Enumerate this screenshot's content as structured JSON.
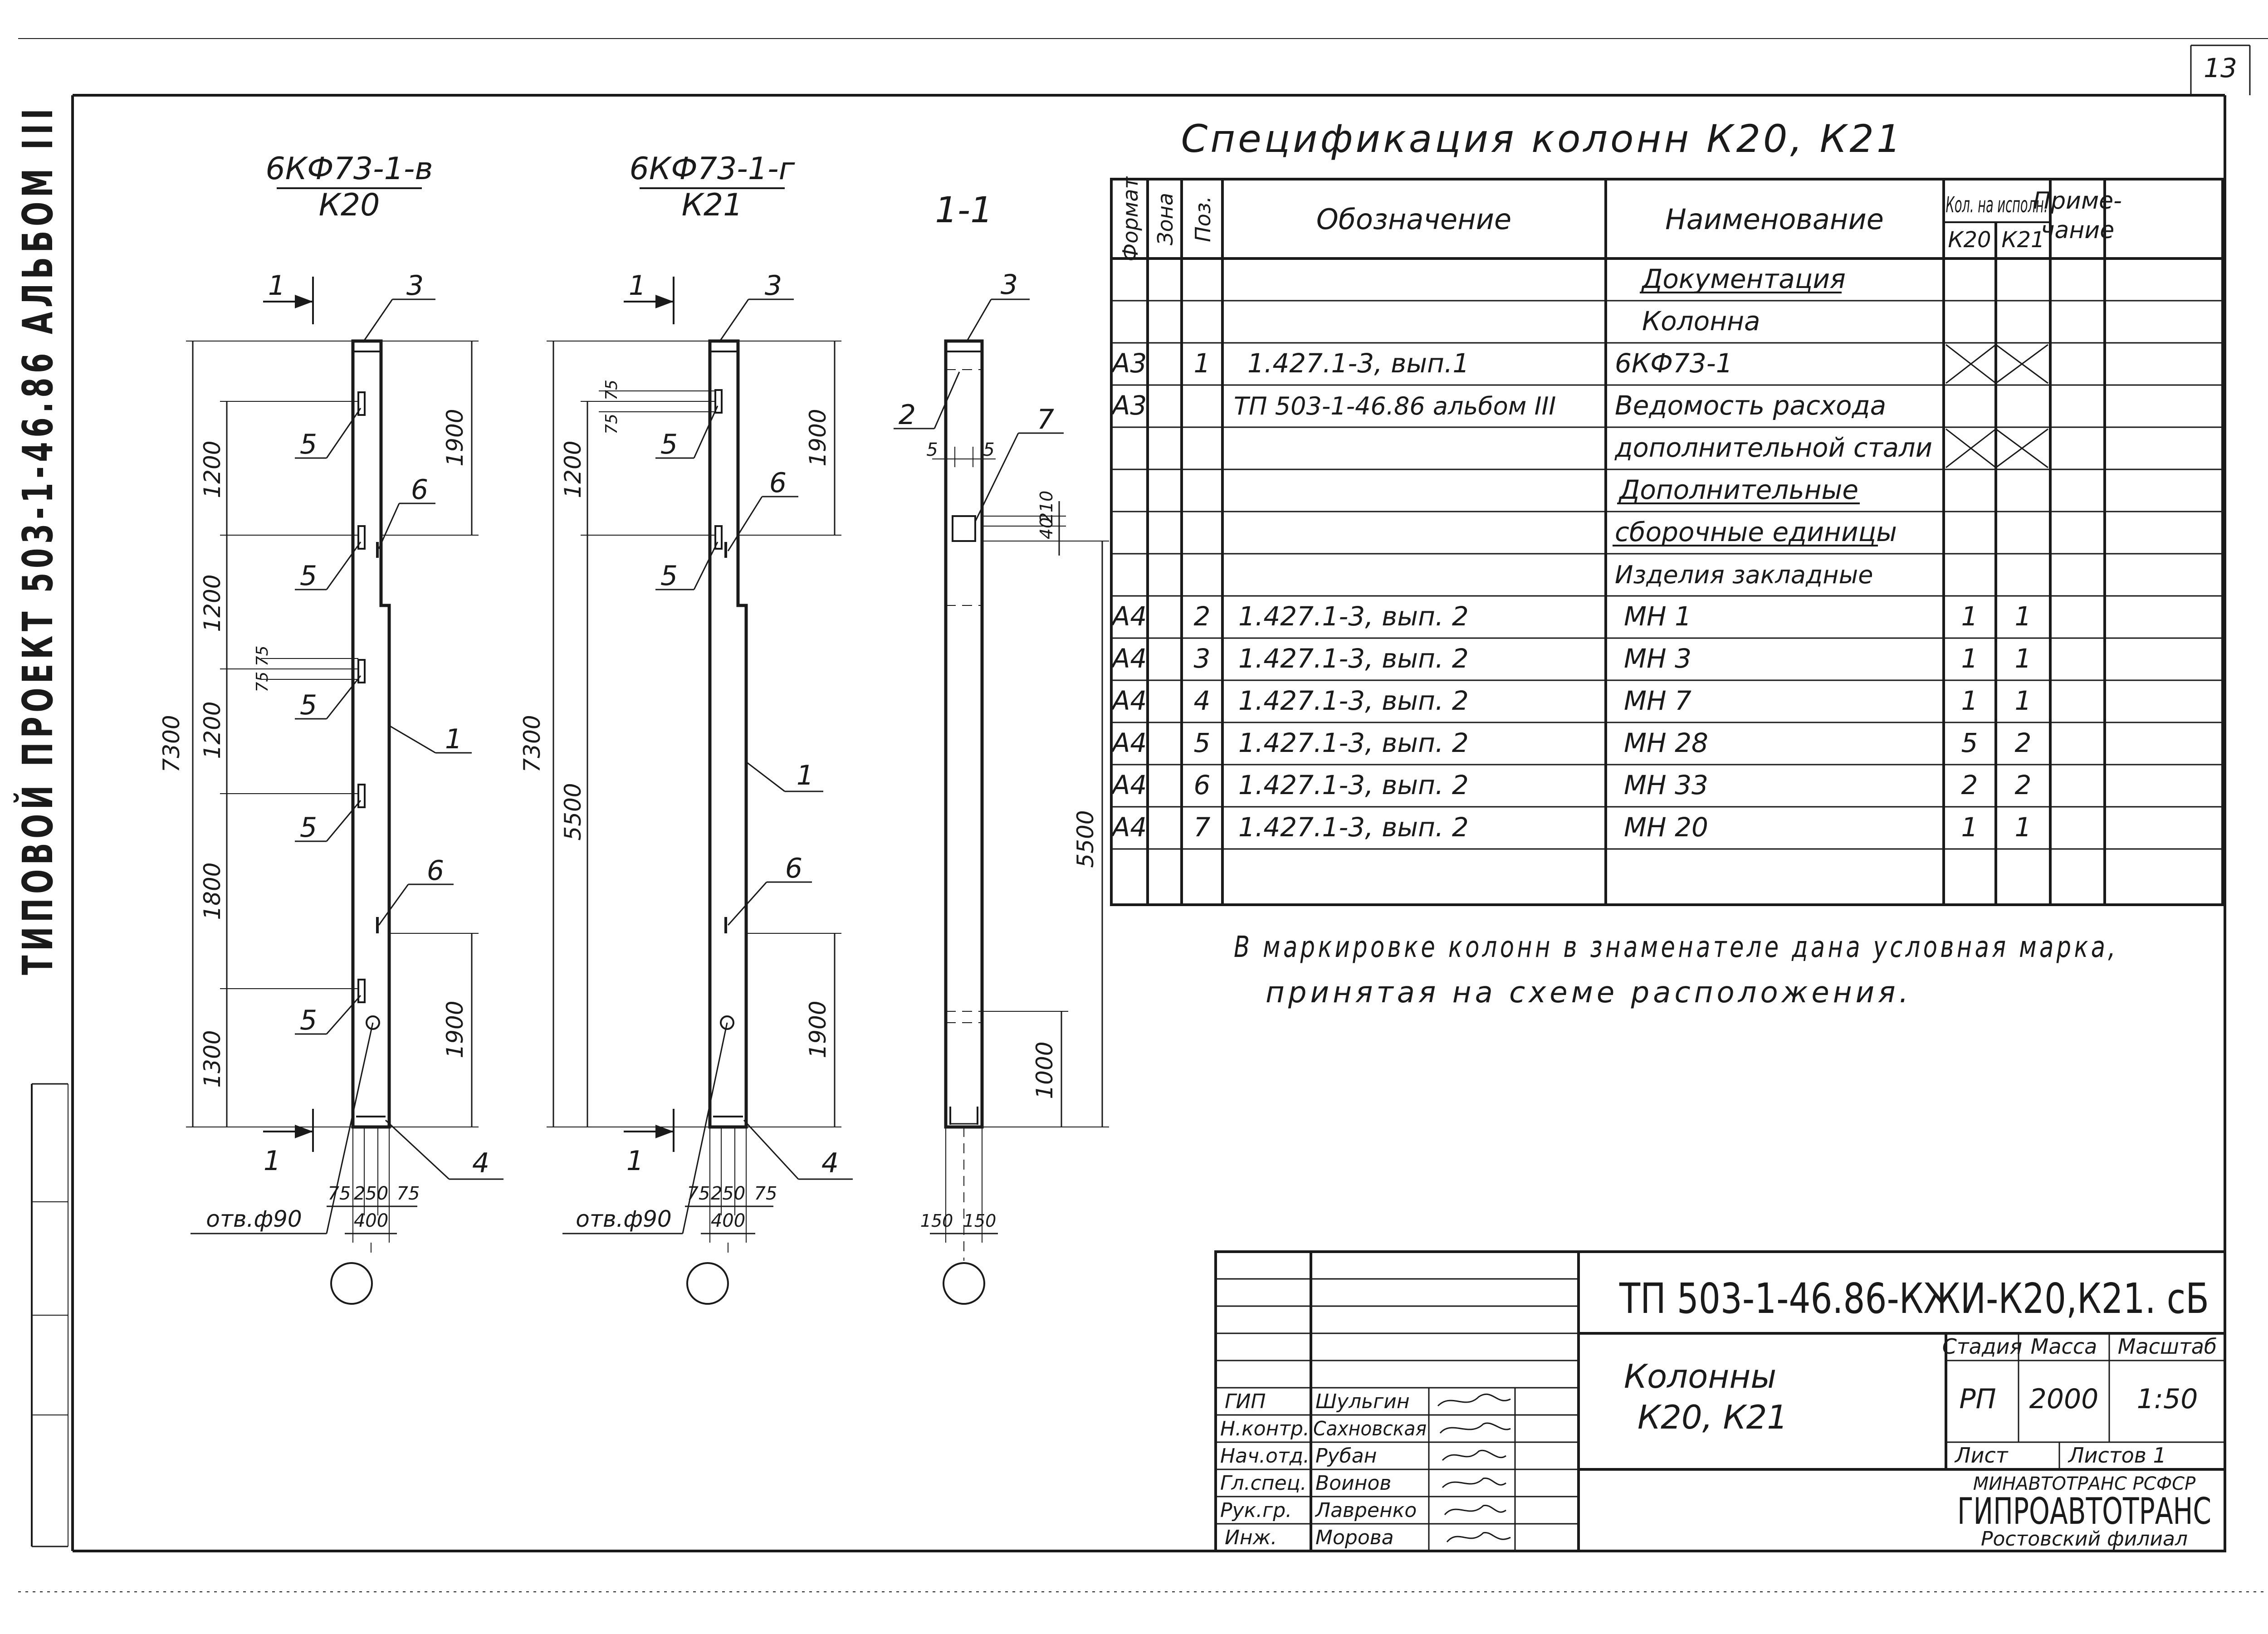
{
  "sheet": {
    "page_number": "13",
    "left_margin_text": "ТИПОВОЙ ПРОЕКТ 503-1-46.86 АЛЬБОМ III"
  },
  "views": {
    "k20": {
      "mark": "6КФ73-1-в",
      "name": "К20",
      "section": "1",
      "dims": {
        "total": "7300",
        "s1": "1200",
        "s2": "1200",
        "s3": "1200",
        "s4": "1800",
        "s5": "1300",
        "top_right": "1900",
        "bottom_right": "1900",
        "w1": "75",
        "w2": "250",
        "w3": "75",
        "w_total": "400",
        "small": "75 75"
      },
      "hole": "отв.ф90",
      "labels": {
        "p1": "1",
        "p3": "3",
        "p4": "4",
        "p5": "5",
        "p6": "6"
      }
    },
    "k21": {
      "mark": "6КФ73-1-г",
      "name": "К21",
      "section": "1",
      "dims": {
        "total": "7300",
        "upper": "5500",
        "s1": "1200",
        "top_right": "1900",
        "bottom_right": "1900",
        "w1": "75",
        "w2": "250",
        "w3": "75",
        "w_total": "400",
        "small1": "75",
        "small2": "75"
      },
      "hole": "отв.ф90",
      "labels": {
        "p1": "1",
        "p3": "3",
        "p4": "4",
        "p5": "5",
        "p6": "6"
      }
    },
    "sec": {
      "title": "1-1",
      "dims": {
        "gap1": "5",
        "gap2": "5",
        "d1": "40",
        "d2": "210",
        "lower": "5500",
        "bottom": "1000",
        "b1": "150",
        "b2": "150"
      },
      "labels": {
        "p2": "2",
        "p3": "3",
        "p7": "7"
      }
    }
  },
  "spec": {
    "title": "Спецификация колонн К20, К21",
    "headers": {
      "format": "Формат",
      "zone": "Зона",
      "pos": "Поз.",
      "designation": "Обозначение",
      "name": "Наименование",
      "qty": "Кол. на исполн.",
      "q1": "К20",
      "q2": "К21",
      "note_line1": "Приме-",
      "note_line2": "чание"
    },
    "rows": [
      {
        "fmt": "",
        "pos": "",
        "des": "",
        "name": "Документация",
        "q1": "",
        "q2": "",
        "underline": true
      },
      {
        "fmt": "",
        "pos": "",
        "des": "",
        "name": "Колонна",
        "q1": "",
        "q2": ""
      },
      {
        "fmt": "А3",
        "pos": "1",
        "des": "1.427.1-3, вып.1",
        "name": "6КФ73-1",
        "q1": "",
        "q2": "",
        "cross": true
      },
      {
        "fmt": "А3",
        "pos": "",
        "des": "ТП 503-1-46.86 альбом III",
        "name": "Ведомость расхода",
        "q1": "",
        "q2": ""
      },
      {
        "fmt": "",
        "pos": "",
        "des": "",
        "name": "дополнительной стали",
        "q1": "",
        "q2": "",
        "cross": true
      },
      {
        "fmt": "",
        "pos": "",
        "des": "",
        "name": "Дополнительные",
        "q1": "",
        "q2": "",
        "underline": true
      },
      {
        "fmt": "",
        "pos": "",
        "des": "",
        "name": "сборочные единицы",
        "q1": "",
        "q2": "",
        "underline": true
      },
      {
        "fmt": "",
        "pos": "",
        "des": "",
        "name": "Изделия закладные",
        "q1": "",
        "q2": ""
      },
      {
        "fmt": "А4",
        "pos": "2",
        "des": "1.427.1-3,  вып. 2",
        "name": "МН 1",
        "q1": "1",
        "q2": "1"
      },
      {
        "fmt": "А4",
        "pos": "3",
        "des": "1.427.1-3,  вып. 2",
        "name": "МН 3",
        "q1": "1",
        "q2": "1"
      },
      {
        "fmt": "А4",
        "pos": "4",
        "des": "1.427.1-3,  вып. 2",
        "name": "МН 7",
        "q1": "1",
        "q2": "1"
      },
      {
        "fmt": "А4",
        "pos": "5",
        "des": "1.427.1-3,  вып. 2",
        "name": "МН 28",
        "q1": "5",
        "q2": "2"
      },
      {
        "fmt": "А4",
        "pos": "6",
        "des": "1.427.1-3,  вып. 2",
        "name": "МН 33",
        "q1": "2",
        "q2": "2"
      },
      {
        "fmt": "А4",
        "pos": "7",
        "des": "1.427.1-3,  вып. 2",
        "name": "МН 20",
        "q1": "1",
        "q2": "1"
      },
      {
        "fmt": "",
        "pos": "",
        "des": "",
        "name": "",
        "q1": "",
        "q2": ""
      }
    ]
  },
  "note": {
    "line1": "В маркировке колонн в знаменателе дана условная марка,",
    "line2": "принятая на схеме расположения."
  },
  "stamp": {
    "code": "ТП 503-1-46.86-КЖИ-К20,К21. сБ",
    "object_line1": "Колонны",
    "object_line2": "К20, К21",
    "stage_label": "Стадия",
    "mass_label": "Масса",
    "scale_label": "Масштаб",
    "stage": "РП",
    "mass": "2000",
    "scale": "1:50",
    "sheet_label": "Лист",
    "sheets_label": "Листов 1",
    "org1": "МИНАВТОТРАНС РСФСР",
    "org2": "ГИПРОАВТОТРАНС",
    "org3": "Ростовский филиал",
    "people": [
      {
        "role": "ГИП",
        "name": "Шульгин"
      },
      {
        "role": "Н.контр.",
        "name": "Сахновская"
      },
      {
        "role": "Нач.отд.",
        "name": "Рубан"
      },
      {
        "role": "Гл.спец.",
        "name": "Воинов"
      },
      {
        "role": "Рук.гр.",
        "name": "Лавренко"
      },
      {
        "role": "Инж.",
        "name": "Морова"
      }
    ]
  }
}
